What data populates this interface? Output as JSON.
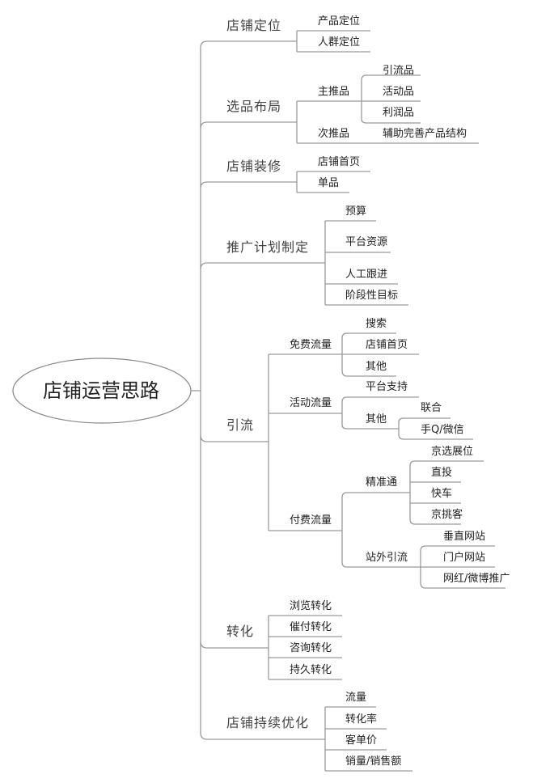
{
  "root": {
    "label": "店铺运营思路"
  },
  "branches": [
    {
      "label": "店铺定位",
      "children": [
        {
          "label": "产品定位"
        },
        {
          "label": "人群定位"
        }
      ]
    },
    {
      "label": "选品布局",
      "children": [
        {
          "label": "主推品",
          "children": [
            {
              "label": "引流品"
            },
            {
              "label": "活动品"
            },
            {
              "label": "利润品"
            }
          ]
        },
        {
          "label": "次推品",
          "children": [
            {
              "label": "辅助完善产品结构"
            }
          ]
        }
      ]
    },
    {
      "label": "店铺装修",
      "children": [
        {
          "label": "店铺首页"
        },
        {
          "label": "单品"
        }
      ]
    },
    {
      "label": "推广计划制定",
      "children": [
        {
          "label": "预算"
        },
        {
          "label": "平台资源"
        },
        {
          "label": "人工跟进"
        },
        {
          "label": "阶段性目标"
        }
      ]
    },
    {
      "label": "引流",
      "children": [
        {
          "label": "免费流量",
          "children": [
            {
              "label": "搜索"
            },
            {
              "label": "店铺首页"
            },
            {
              "label": "其他"
            }
          ]
        },
        {
          "label": "活动流量",
          "children": [
            {
              "label": "平台支持"
            },
            {
              "label": "其他",
              "children": [
                {
                  "label": "联合"
                },
                {
                  "label": "手Q/微信"
                }
              ]
            }
          ]
        },
        {
          "label": "付费流量",
          "children": [
            {
              "label": "精准通",
              "children": [
                {
                  "label": "京选展位"
                },
                {
                  "label": "直投"
                },
                {
                  "label": "快车"
                },
                {
                  "label": "京挑客"
                }
              ]
            },
            {
              "label": "站外引流",
              "children": [
                {
                  "label": "垂直网站"
                },
                {
                  "label": "门户网站"
                },
                {
                  "label": "网红/微博推广"
                }
              ]
            }
          ]
        }
      ]
    },
    {
      "label": "转化",
      "children": [
        {
          "label": "浏览转化"
        },
        {
          "label": "催付转化"
        },
        {
          "label": "咨询转化"
        },
        {
          "label": "持久转化"
        }
      ]
    },
    {
      "label": "店铺持续优化",
      "children": [
        {
          "label": "流量"
        },
        {
          "label": "转化率"
        },
        {
          "label": "客单价"
        },
        {
          "label": "销量/销售额"
        }
      ]
    }
  ],
  "colors": {
    "line": "#9a9a9a",
    "text": "#222222",
    "background": "#ffffff"
  }
}
